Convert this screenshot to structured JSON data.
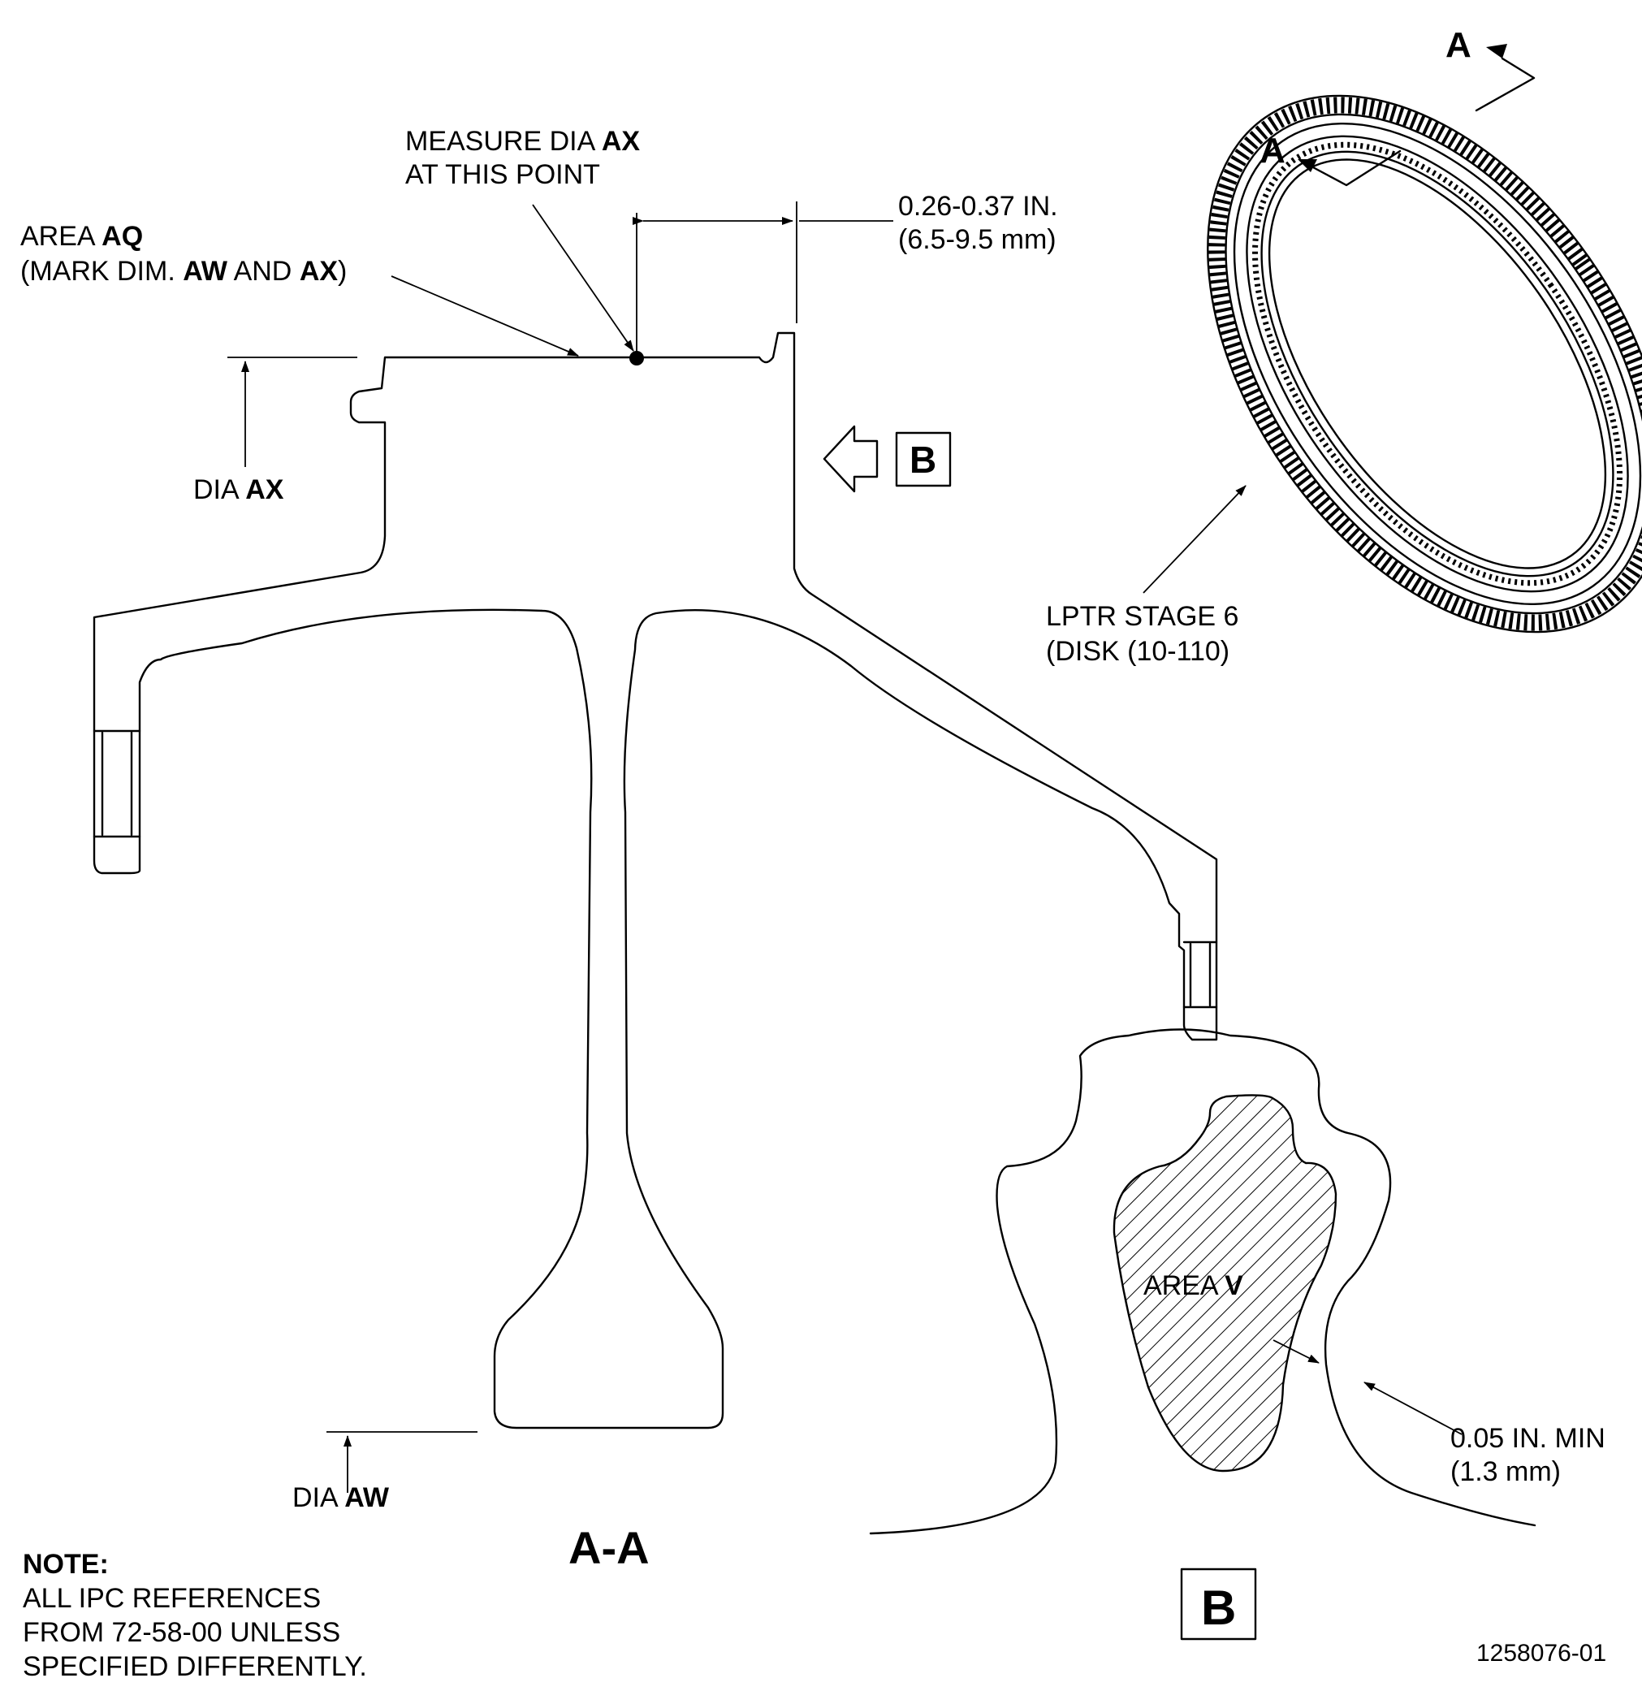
{
  "callouts": {
    "measure_line1_prefix": "MEASURE DIA ",
    "measure_line1_bold": "AX",
    "measure_line2": "AT THIS POINT",
    "area_aq_prefix": "AREA ",
    "area_aq_bold": "AQ",
    "mark_open": "(MARK DIM. ",
    "mark_aw": "AW",
    "mark_and": " AND ",
    "mark_ax": "AX",
    "mark_close": ")",
    "dim_in": "0.26-0.37 IN.",
    "dim_mm": "(6.5-9.5 mm)",
    "dia_ax_prefix": "DIA ",
    "dia_ax_bold": "AX",
    "dia_aw_prefix": "DIA ",
    "dia_aw_bold": "AW",
    "view_b_ref": "B",
    "section_label": "A-A",
    "section_arrow_upper": "A",
    "section_arrow_lower": "A",
    "lptr_line1": "LPTR STAGE 6",
    "lptr_line2": "(DISK (10-110)",
    "area_v_prefix": "AREA ",
    "area_v_bold": "V",
    "min_in": "0.05 IN. MIN",
    "min_mm": "(1.3 mm)",
    "detail_b_label": "B"
  },
  "note": {
    "title": "NOTE:",
    "line1": "ALL IPC REFERENCES",
    "line2": "FROM 72-58-00 UNLESS",
    "line3": "SPECIFIED DIFFERENTLY."
  },
  "figure_number": "1258076-01"
}
